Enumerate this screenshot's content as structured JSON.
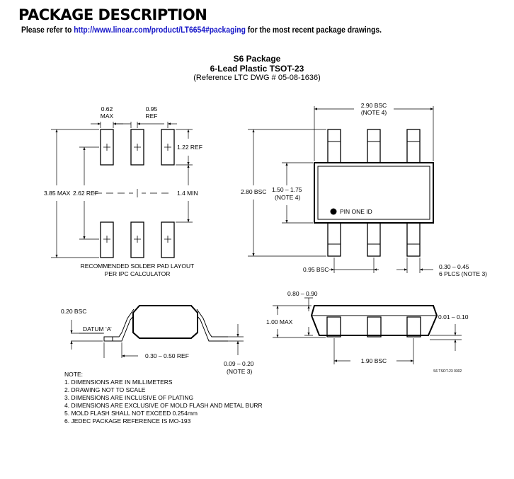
{
  "header": {
    "title": "PACKAGE DESCRIPTION",
    "refer_prefix": "Please refer to ",
    "refer_link": "http://www.linear.com/product/LT6654#packaging",
    "refer_suffix": " for the most recent package drawings."
  },
  "package": {
    "name": "S6 Package",
    "subtitle": "6-Lead Plastic TSOT-23",
    "reference": "(Reference LTC DWG # 05-08-1636)"
  },
  "solder_layout": {
    "pad_width": "0.62",
    "pad_width_note": "MAX",
    "pitch": "0.95",
    "pitch_note": "REF",
    "pad_length": "1.22 REF",
    "overall": "3.85 MAX",
    "pad_span": "2.62 REF",
    "gap": "1.4 MIN",
    "caption_line1": "RECOMMENDED SOLDER PAD LAYOUT",
    "caption_line2": "PER IPC CALCULATOR"
  },
  "top_view": {
    "length": "2.90 BSC",
    "length_note": "(NOTE 4)",
    "total_width": "2.80 BSC",
    "body_width": "1.50 – 1.75",
    "body_width_note": "(NOTE 4)",
    "pin_one": "PIN ONE ID",
    "pitch": "0.95 BSC",
    "lead_width": "0.30 – 0.45",
    "lead_width_note": "6 PLCS (NOTE 3)"
  },
  "side_view": {
    "gauge": "0.20 BSC",
    "datum": "DATUM ‘A’",
    "foot_length": "0.30 – 0.50 REF",
    "lead_thickness": "0.09 – 0.20",
    "lead_thickness_note": "(NOTE 3)"
  },
  "end_view": {
    "body_height": "0.80 – 0.90",
    "height_max": "1.00 MAX",
    "standoff": "0.01 – 0.10",
    "pitch": "1.90 BSC",
    "drawing_code": "S6 TSOT-23 0302"
  },
  "notes": {
    "heading": "NOTE:",
    "items": [
      "1. DIMENSIONS ARE IN MILLIMETERS",
      "2. DRAWING NOT TO SCALE",
      "3. DIMENSIONS ARE INCLUSIVE OF PLATING",
      "4. DIMENSIONS ARE EXCLUSIVE OF MOLD FLASH AND METAL BURR",
      "5. MOLD FLASH SHALL NOT EXCEED 0.254mm",
      "6. JEDEC PACKAGE REFERENCE IS MO-193"
    ]
  }
}
